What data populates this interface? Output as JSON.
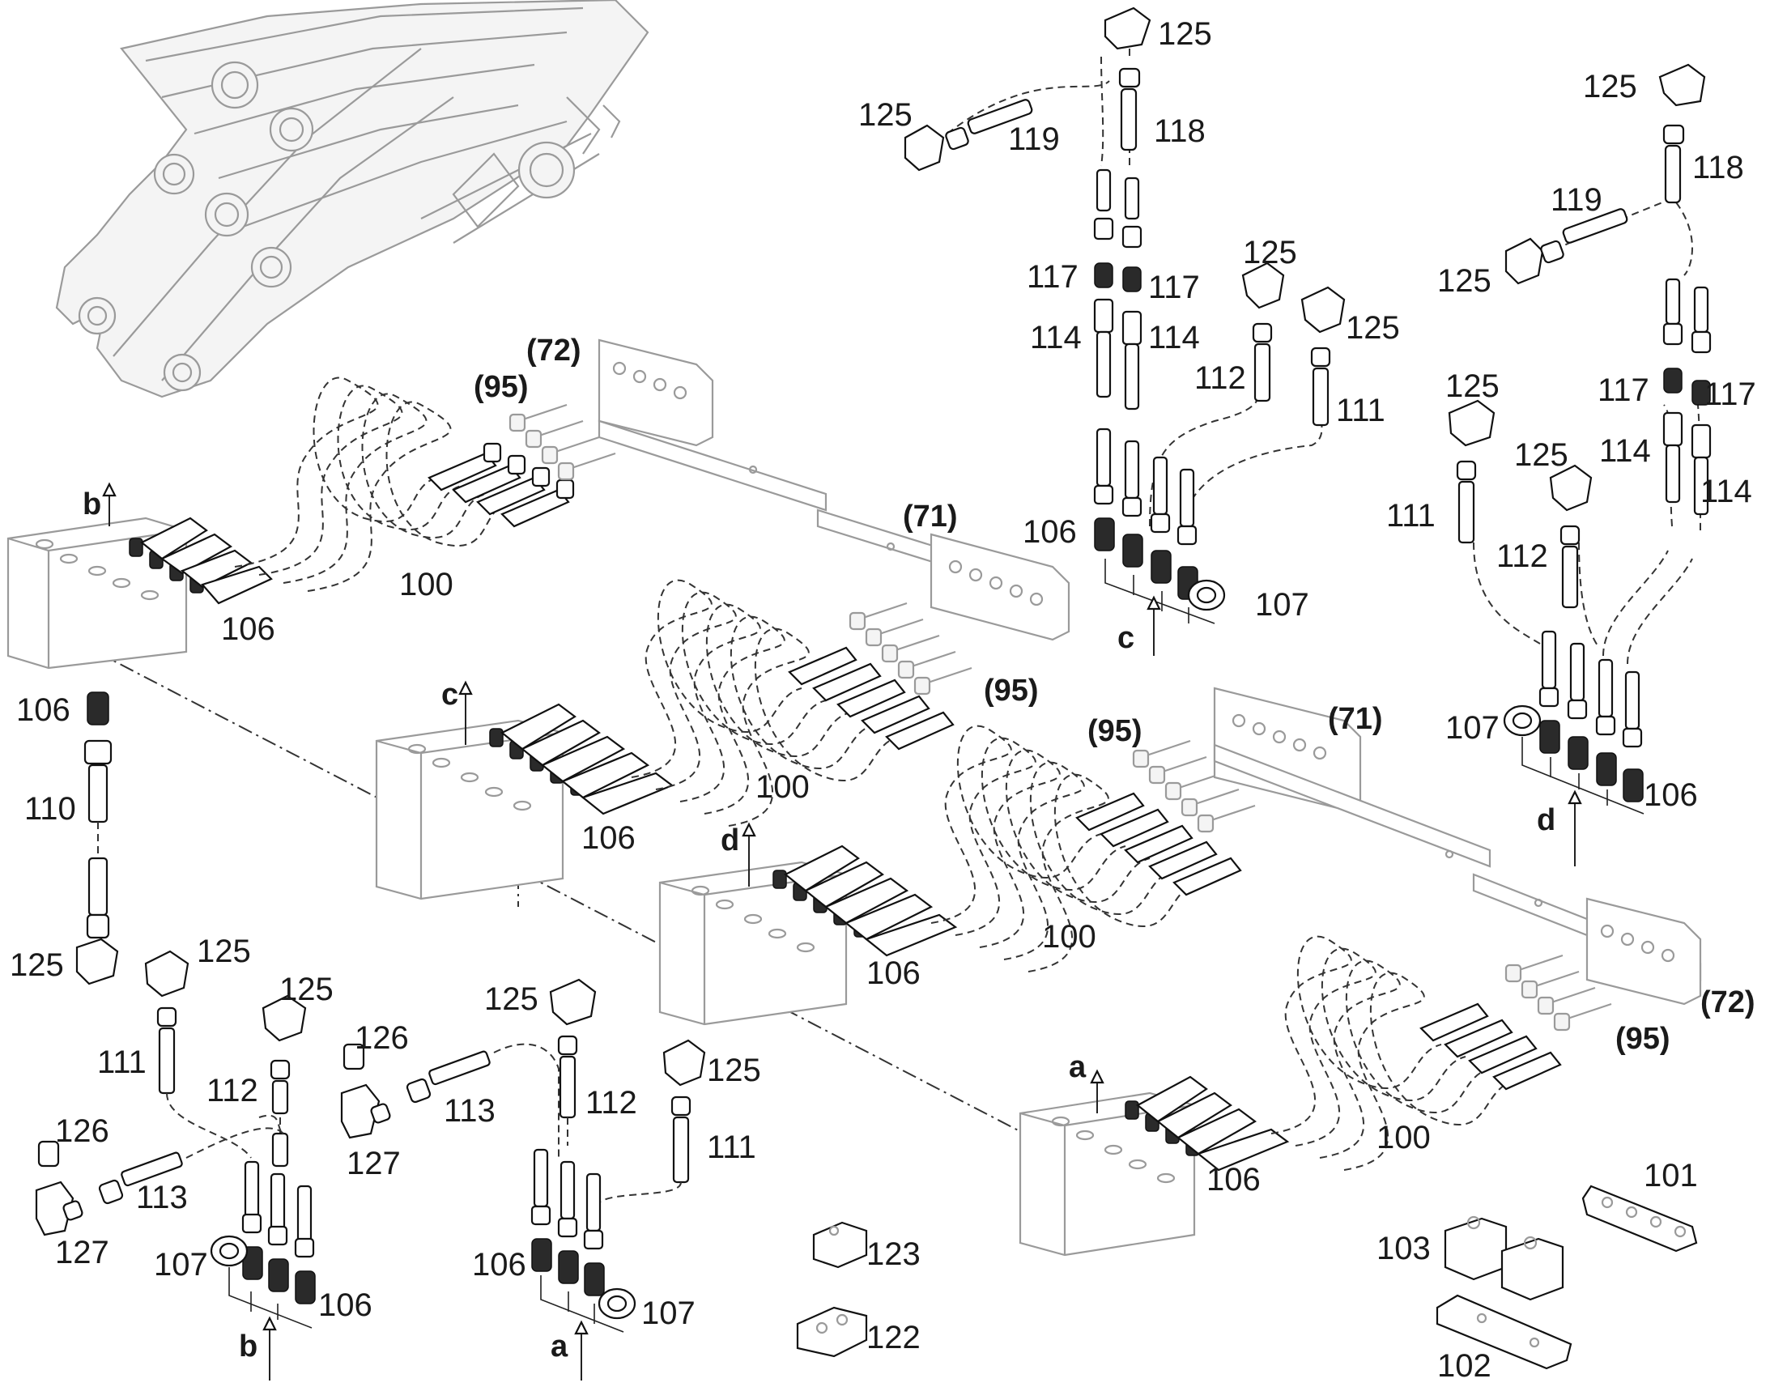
{
  "callouts": {
    "p72a": "(72)",
    "p95a": "(95)",
    "p71a": "(71)",
    "p95b": "(95)",
    "p95c": "(95)",
    "p71b": "(71)",
    "p72b": "(72)",
    "p95d": "(95)",
    "c125_t1": "125",
    "c125_t2": "125",
    "c119_t": "119",
    "c118_t": "118",
    "c117_tl": "117",
    "c117_tr": "117",
    "c114_tl": "114",
    "c114_tr": "114",
    "c125_t3": "125",
    "c125_t4": "125",
    "c112_t": "112",
    "c111_t": "111",
    "c106_t": "106",
    "c107_t": "107",
    "letter_c_t": "c",
    "c125_r1": "125",
    "c118_r": "118",
    "c119_r": "119",
    "c125_r2": "125",
    "c125_r3": "125",
    "c117_rl": "117",
    "c117_rr": "117",
    "c125_r4": "125",
    "c114_rl": "114",
    "c114_rr": "114",
    "c111_r": "111",
    "c112_r": "112",
    "c107_r": "107",
    "c106_r": "106",
    "letter_d_r": "d",
    "letter_b_blk": "b",
    "c106_blk_b": "106",
    "c100_blk_b": "100",
    "letter_c_blk": "c",
    "c106_blk_c": "106",
    "c100_blk_c": "100",
    "letter_d_blk": "d",
    "c106_blk_d": "106",
    "c100_blk_d": "100",
    "letter_a_blk": "a",
    "c106_blk_a": "106",
    "c100_blk_a": "100",
    "c106_l": "106",
    "c110_l": "110",
    "c125_l1": "125",
    "c125_l2": "125",
    "c111_l": "111",
    "c125_l3": "125",
    "c112_l": "112",
    "c126_l1": "126",
    "c113_l1": "113",
    "c127_l1": "127",
    "c126_l2": "126",
    "c113_l2": "113",
    "c127_l2": "127",
    "c107_lb": "107",
    "c106_lb": "106",
    "letter_b_bottom": "b",
    "c125_m1": "125",
    "c112_m": "112",
    "c125_m2": "125",
    "c111_m": "111",
    "c106_mb": "106",
    "c107_mb": "107",
    "letter_a_bottom": "a",
    "c123": "123",
    "c122": "122",
    "c101": "101",
    "c103": "103",
    "c102": "102"
  }
}
